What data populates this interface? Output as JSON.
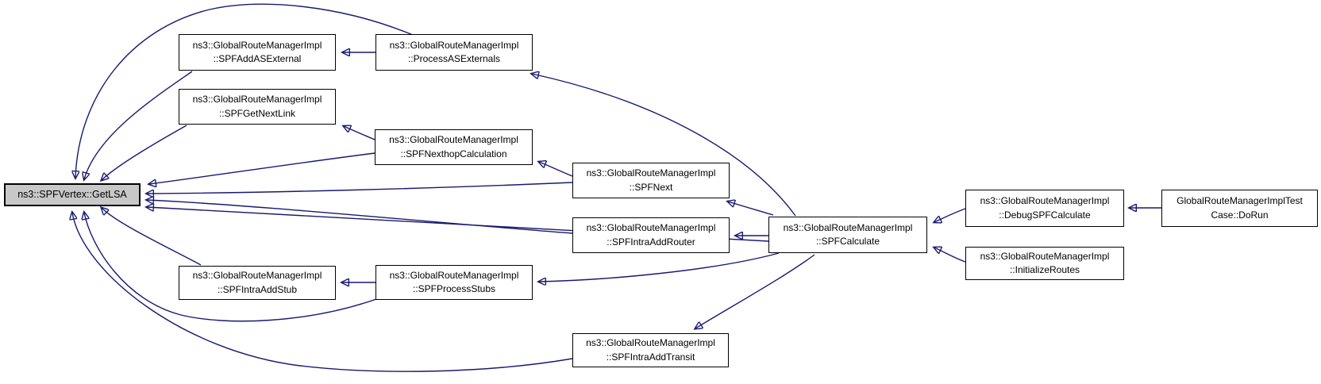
{
  "graph": {
    "type": "doxygen-caller-graph",
    "focus_function": "ns3::SPFVertex::GetLSA",
    "edge_color": "#191970",
    "node_border_color": "#000000",
    "focus_node_fill": "#c8c8c8",
    "node_fill": "#ffffff",
    "text_color": "#000000"
  },
  "nodes": {
    "getlsa": {
      "label": "ns3::SPFVertex::GetLSA"
    },
    "spfAddASExternal": {
      "line1": "ns3::GlobalRouteManagerImpl",
      "line2": "::SPFAddASExternal"
    },
    "processASExternals": {
      "line1": "ns3::GlobalRouteManagerImpl",
      "line2": "::ProcessASExternals"
    },
    "spfGetNextLink": {
      "line1": "ns3::GlobalRouteManagerImpl",
      "line2": "::SPFGetNextLink"
    },
    "spfNexthopCalculation": {
      "line1": "ns3::GlobalRouteManagerImpl",
      "line2": "::SPFNexthopCalculation"
    },
    "spfNext": {
      "line1": "ns3::GlobalRouteManagerImpl",
      "line2": "::SPFNext"
    },
    "spfIntraAddRouter": {
      "line1": "ns3::GlobalRouteManagerImpl",
      "line2": "::SPFIntraAddRouter"
    },
    "spfCalculate": {
      "line1": "ns3::GlobalRouteManagerImpl",
      "line2": "::SPFCalculate"
    },
    "spfIntraAddStub": {
      "line1": "ns3::GlobalRouteManagerImpl",
      "line2": "::SPFIntraAddStub"
    },
    "spfProcessStubs": {
      "line1": "ns3::GlobalRouteManagerImpl",
      "line2": "::SPFProcessStubs"
    },
    "spfIntraAddTransit": {
      "line1": "ns3::GlobalRouteManagerImpl",
      "line2": "::SPFIntraAddTransit"
    },
    "debugSPFCalculate": {
      "line1": "ns3::GlobalRouteManagerImpl",
      "line2": "::DebugSPFCalculate"
    },
    "initializeRoutes": {
      "line1": "ns3::GlobalRouteManagerImpl",
      "line2": "::InitializeRoutes"
    },
    "doRun": {
      "line1": "GlobalRouteManagerImplTest",
      "line2": "Case::DoRun"
    }
  },
  "edges": [
    "processASExternals -> spfAddASExternal",
    "processASExternals -> getlsa",
    "spfAddASExternal -> getlsa",
    "spfGetNextLink -> getlsa",
    "spfNexthopCalculation -> spfGetNextLink",
    "spfNexthopCalculation -> getlsa",
    "spfNext -> spfNexthopCalculation",
    "spfNext -> getlsa",
    "spfIntraAddRouter -> getlsa",
    "spfCalculate -> getlsa",
    "spfCalculate -> spfNext",
    "spfCalculate -> spfIntraAddRouter",
    "spfCalculate -> processASExternals",
    "spfCalculate -> spfProcessStubs",
    "spfCalculate -> spfIntraAddTransit",
    "spfProcessStubs -> spfIntraAddStub",
    "spfProcessStubs -> getlsa",
    "spfIntraAddStub -> getlsa",
    "spfIntraAddTransit -> getlsa",
    "debugSPFCalculate -> spfCalculate",
    "initializeRoutes -> spfCalculate",
    "doRun -> debugSPFCalculate"
  ]
}
